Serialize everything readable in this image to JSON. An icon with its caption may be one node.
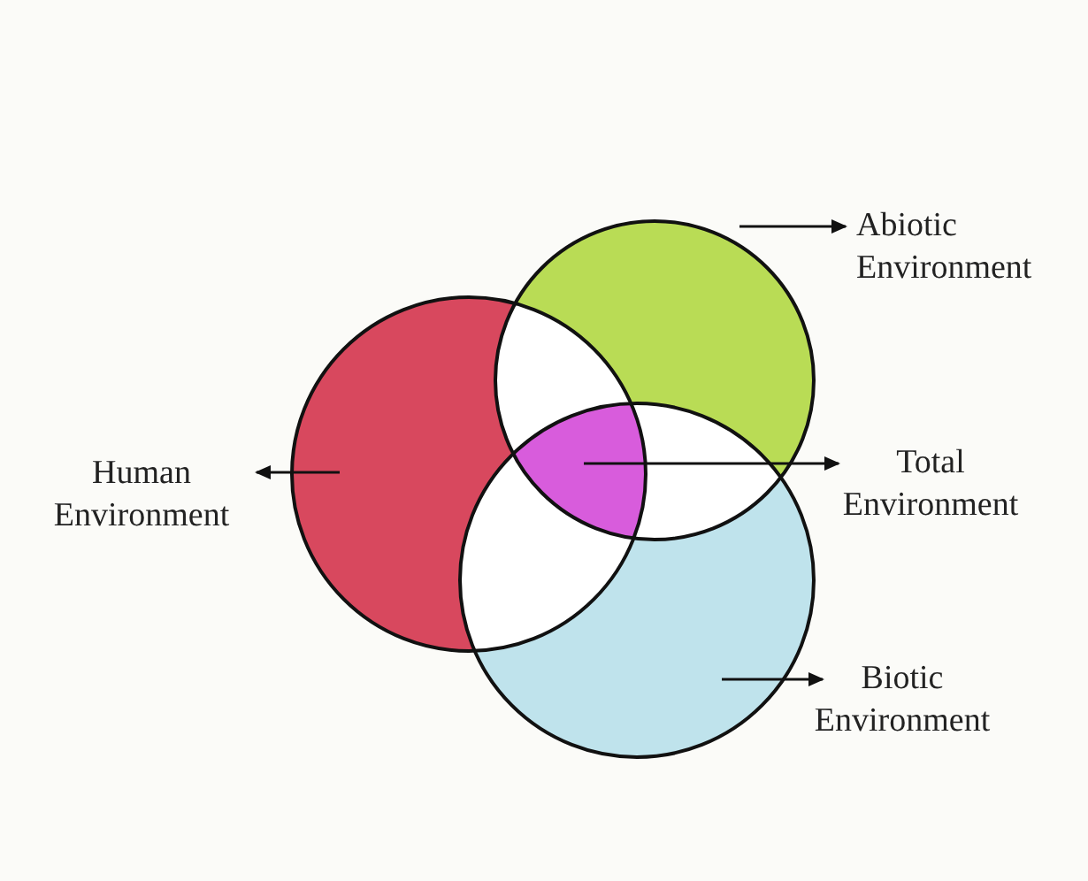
{
  "diagram": {
    "nodes": [
      {
        "text": [
          "Abiotic Environment"
        ]
      },
      {
        "text": [],
        "shape": "circle"
      },
      {
        "text": [
          "Human Environment"
        ]
      },
      {
        "text": [],
        "shape": "circle"
      },
      {
        "text": [
          "Total Environment"
        ]
      },
      {
        "text": [],
        "shape": "region"
      },
      {
        "text": [
          "Biotic Environment"
        ]
      },
      {
        "text": [],
        "shape": "circle"
      }
    ],
    "edges": [
      {
        "from": 1,
        "to": 0,
        "arrow": "to"
      },
      {
        "from": 3,
        "to": 2,
        "arrow": "to"
      },
      {
        "from": 5,
        "to": 4,
        "arrow": "to"
      },
      {
        "from": 7,
        "to": 6,
        "arrow": "to"
      }
    ]
  }
}
